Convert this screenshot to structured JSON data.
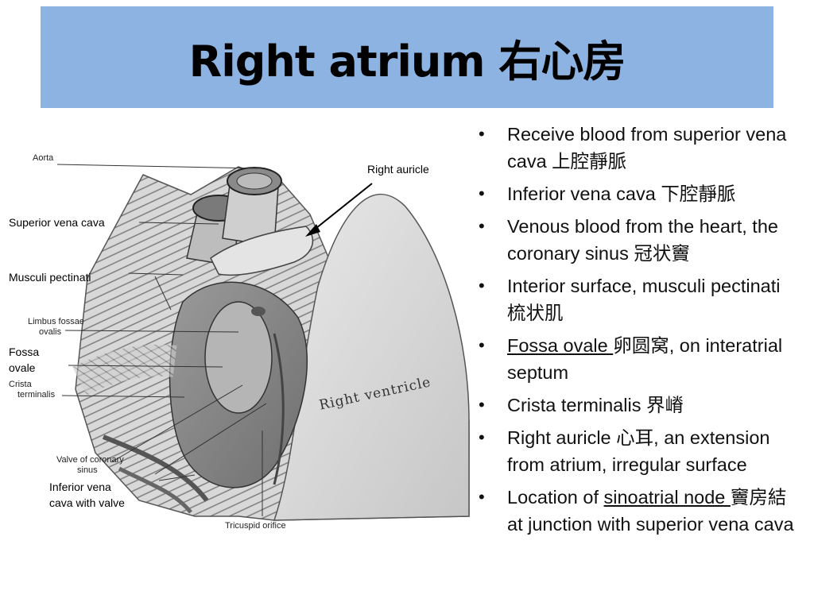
{
  "slide": {
    "title": "Right atrium 右心房"
  },
  "figure": {
    "labels": {
      "aorta": "Aorta",
      "right_auricle": "Right auricle",
      "superior_vena_cava": "Superior vena cava",
      "musculi_pectinati": "Musculi pectinati",
      "limbus_line1": "Limbus fossae",
      "limbus_line2": "ovalis",
      "fossa_line1": "Fossa",
      "fossa_line2": "ovale",
      "crista_line1": "Crista",
      "crista_line2": "terminalis",
      "valve_line1": "Valve of coronary",
      "valve_line2": "sinus",
      "ivc_line1": "Inferior vena",
      "ivc_line2": "cava with valve",
      "tricuspid": "Tricuspid orifice",
      "right_ventricle": "Right ventricle"
    }
  },
  "bullets": [
    {
      "parts": [
        "Receive blood from superior vena cava 上腔靜脈"
      ]
    },
    {
      "parts": [
        "Inferior vena cava 下腔靜脈"
      ]
    },
    {
      "parts": [
        "Venous blood from the heart, the coronary sinus 冠状",
        "竇"
      ]
    },
    {
      "parts": [
        "Interior surface, musculi pectinati 梳状肌"
      ]
    },
    {
      "parts": [
        "Fossa ovale ",
        "卵",
        "圆窝, on interatrial septum"
      ]
    },
    {
      "parts": [
        "Crista terminalis 界嵴"
      ]
    },
    {
      "parts": [
        "Right auricle ",
        "心耳",
        ", an extension from atrium, irregular surface"
      ]
    },
    {
      "parts": [
        "Location of ",
        "sinoatrial node ",
        "竇房結",
        "at junction with superior vena cava"
      ]
    }
  ]
}
